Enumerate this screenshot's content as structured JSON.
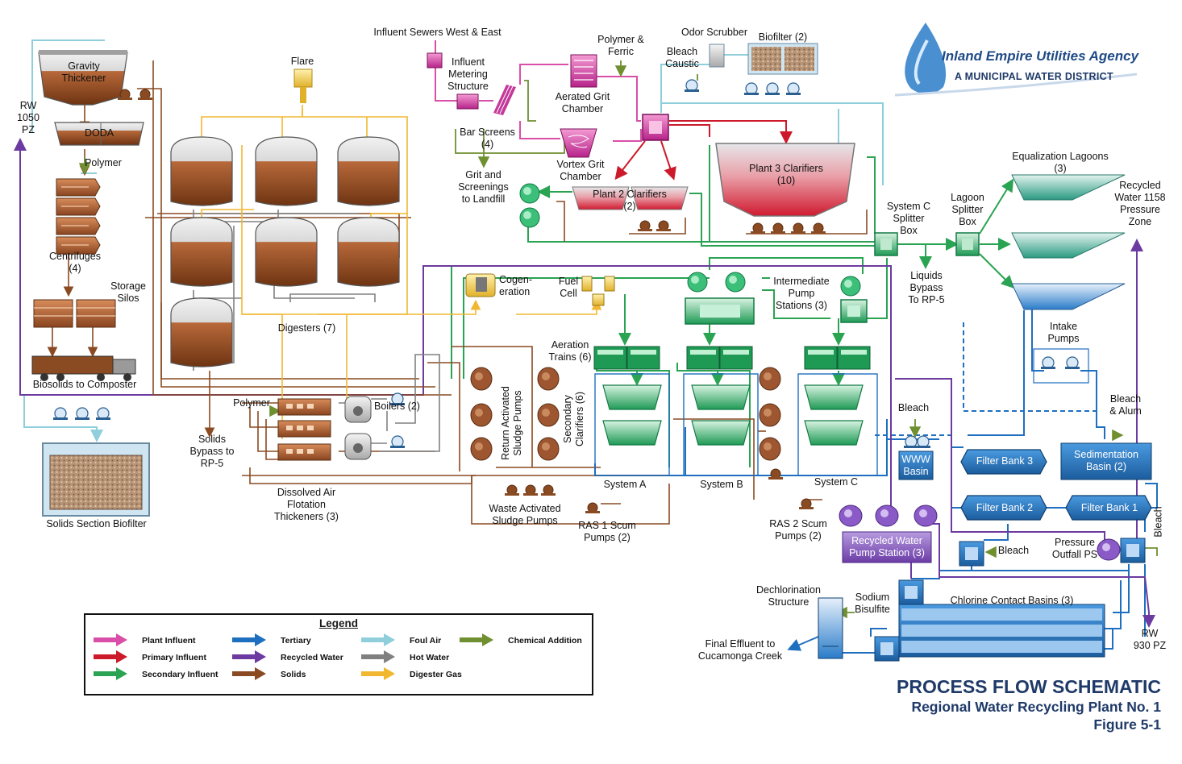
{
  "labels": {
    "gravity_thickener": "Gravity\nThickener",
    "doda": "DODA",
    "rw1050": "RW\n1050\nPZ",
    "polymer_top": "Polymer",
    "centrifuges": "Centrifuges\n(4)",
    "storage_silos": "Storage\nSilos",
    "biosolids": "Biosolids to Composter",
    "solids_biofilter": "Solids Section Biofilter",
    "flare": "Flare",
    "digesters": "Digesters (7)",
    "cogeneration": "Cogen-\neration",
    "fuel_cell": "Fuel\nCell",
    "influent_sewers": "Influent Sewers West & East",
    "influent_metering": "Influent\nMetering\nStructure",
    "bar_screens": "Bar Screens\n(4)",
    "grit_screenings": "Grit and\nScreenings\nto Landfill",
    "polymer_ferric": "Polymer &\nFerric",
    "aerated_grit": "Aerated Grit\nChamber",
    "vortex_grit": "Vortex Grit\nChamber",
    "odor_scrubber": "Odor Scrubber",
    "bleach_caustic": "Bleach\nCaustic",
    "biofilter2": "Biofilter (2)",
    "plant2_clarifiers": "Plant 2 Clarifiers\n(2)",
    "plant3_clarifiers": "Plant 3 Clarifiers\n(10)",
    "system_c_splitter": "System C\nSplitter\nBox",
    "lagoon_splitter": "Lagoon\nSplitter\nBox",
    "liquids_bypass": "Liquids\nBypass\nTo RP-5",
    "equalization": "Equalization Lagoons\n(3)",
    "recycled_1158": "Recycled\nWater 1158\nPressure\nZone",
    "intermediate_pump": "Intermediate\nPump\nStations (3)",
    "aeration_trains": "Aeration\nTrains (6)",
    "return_sludge": "Return Activated\nSludge Pumps",
    "secondary_clarifiers": "Secondary\nClarifiers (6)",
    "system_a": "System A",
    "system_b": "System B",
    "system_c": "System C",
    "waste_sludge": "Waste Activated\nSludge Pumps",
    "ras1": "RAS 1 Scum\nPumps (2)",
    "ras2": "RAS 2 Scum\nPumps (2)",
    "polymer_daf": "Polymer",
    "solids_bypass": "Solids\nBypass to\nRP-5",
    "daf": "Dissolved Air\nFlotation\nThickeners (3)",
    "boilers": "Boilers (2)",
    "intake_pumps": "Intake\nPumps",
    "bleach_alum": "Bleach\n& Alum",
    "bleach_www": "Bleach",
    "www_basin": "WWW\nBasin",
    "filter_bank3": "Filter Bank 3",
    "filter_bank2": "Filter Bank 2",
    "filter_bank1": "Filter Bank 1",
    "sedimentation": "Sedimentation\nBasin (2)",
    "bleach_vert": "Bleach",
    "bleach_small": "Bleach",
    "pressure_outfall": "Pressure\nOutfall PS",
    "recycled_pump": "Recycled Water\nPump Station (3)",
    "dechlorination": "Dechlorination\nStructure",
    "sodium_bisulfite": "Sodium\nBisulfite",
    "chlorine_contact": "Chlorine Contact Basins (3)",
    "rw930": "RW\n930 PZ",
    "final_effluent": "Final Effluent to\nCucamonga Creek"
  },
  "logo": {
    "name": "Inland Empire Utilities Agency",
    "tagline": "A MUNICIPAL WATER DISTRICT"
  },
  "legend": {
    "title": "Legend",
    "items": [
      {
        "label": "Plant Influent",
        "color": "#d94fa8"
      },
      {
        "label": "Primary Influent",
        "color": "#cc1a2a"
      },
      {
        "label": "Secondary Influent",
        "color": "#2aa352"
      },
      {
        "label": "Tertiary",
        "color": "#1f6fc0"
      },
      {
        "label": "Recycled Water",
        "color": "#6c3aa0"
      },
      {
        "label": "Solids",
        "color": "#8a4a22"
      },
      {
        "label": "Foul Air",
        "color": "#8fcfdc"
      },
      {
        "label": "Hot Water",
        "color": "#808080"
      },
      {
        "label": "Digester Gas",
        "color": "#f2b731"
      },
      {
        "label": "Chemical Addition",
        "color": "#6f8f30"
      }
    ]
  },
  "title": {
    "main": "PROCESS FLOW SCHEMATIC",
    "sub": "Regional Water Recycling Plant No. 1",
    "figure": "Figure 5-1"
  }
}
